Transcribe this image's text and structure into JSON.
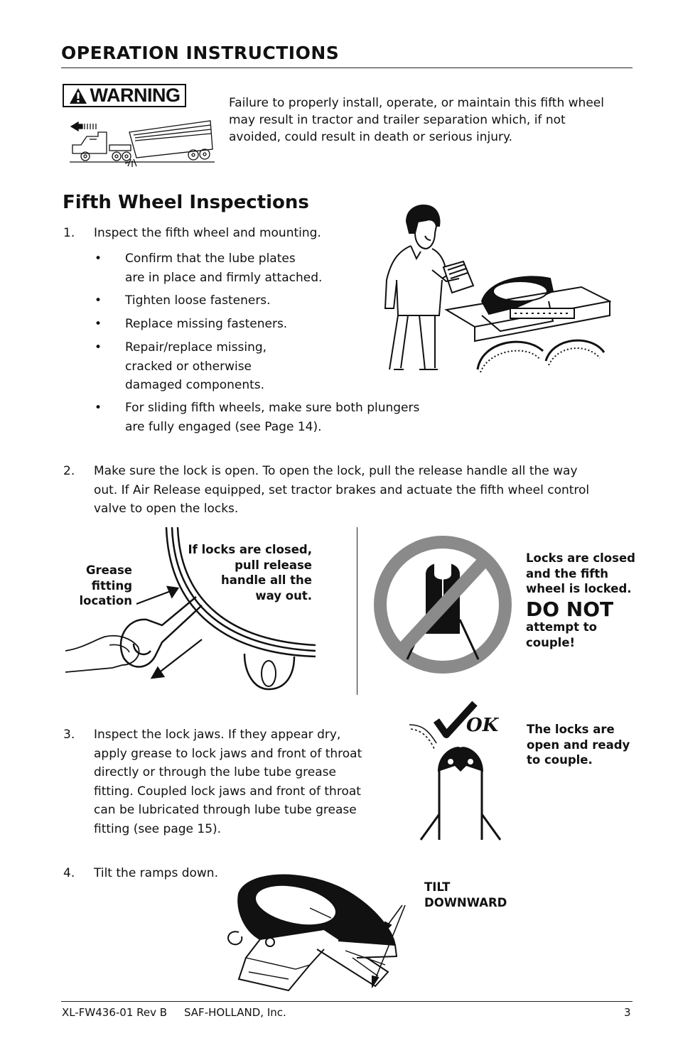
{
  "header": {
    "title": "OPERATION INSTRUCTIONS"
  },
  "warning": {
    "badge": "WARNING",
    "text": "Failure to properly install, operate, or maintain this fifth wheel may result in tractor and trailer separation which, if not avoided, could result in death or serious injury."
  },
  "section": {
    "title": "Fifth Wheel Inspections"
  },
  "steps": {
    "s1": {
      "num": "1.",
      "text": "Inspect the fifth wheel and mounting.",
      "bullets": [
        {
          "l1": "Confirm that the lube plates",
          "l2": "are in place and firmly attached."
        },
        {
          "l1": "Tighten loose fasteners."
        },
        {
          "l1": "Replace missing fasteners."
        },
        {
          "l1": "Repair/replace missing,",
          "l2": "cracked or otherwise",
          "l3": "damaged components."
        },
        {
          "l1": "For sliding fifth wheels, make sure both plungers",
          "l2": "are fully engaged (see Page 14)."
        }
      ]
    },
    "s2": {
      "num": "2.",
      "l1": "Make sure the lock is open. To open the lock, pull the release handle all the way",
      "l2": "out. If Air Release equipped, set tractor brakes and actuate the fifth wheel control",
      "l3": "valve to open the locks."
    },
    "s3": {
      "num": "3.",
      "l1": "Inspect the lock jaws. If they appear dry,",
      "l2": "apply grease to lock jaws and front of throat",
      "l3": "directly or through the lube tube grease",
      "l4": "fitting. Coupled lock jaws and front of throat",
      "l5": "can be lubricated through lube tube grease",
      "l6": "fitting (see page 15)."
    },
    "s4": {
      "num": "4.",
      "text": "Tilt the ramps down."
    }
  },
  "figures": {
    "grease": {
      "l1": "Grease",
      "l2": "fitting",
      "l3": "location"
    },
    "release": {
      "l1": "If locks are closed,",
      "l2": "pull release",
      "l3": "handle all the",
      "l4": "way out."
    },
    "closed": {
      "l1": "Locks are closed",
      "l2": "and the fifth",
      "l3": "wheel is locked.",
      "donot": "DO NOT",
      "l4": "attempt to",
      "l5": "couple!"
    },
    "open": {
      "ok": "OK",
      "l1": "The locks are",
      "l2": "open and ready",
      "l3": "to couple."
    },
    "tilt": {
      "l1": "TILT",
      "l2": "DOWNWARD"
    }
  },
  "footer": {
    "doc": "XL-FW436-01 Rev B",
    "company": "SAF-HOLLAND, Inc.",
    "page": "3"
  }
}
